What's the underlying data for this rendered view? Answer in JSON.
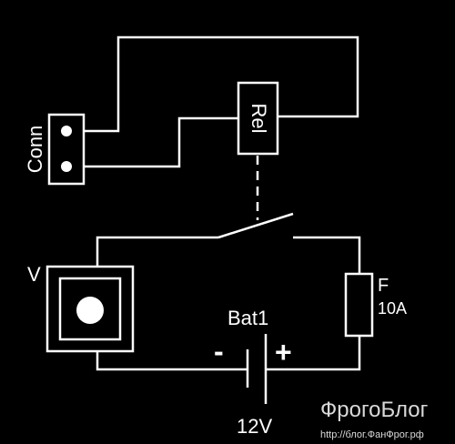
{
  "diagram": {
    "connector": {
      "label": "Conn"
    },
    "relay": {
      "label": "Rel"
    },
    "voltmeter": {
      "label": "V"
    },
    "fuse": {
      "label": "F",
      "rating": "10A"
    },
    "battery": {
      "label": "Bat1",
      "minus": "-",
      "plus": "+",
      "voltage": "12V"
    }
  },
  "watermark": {
    "brand": "ФрогоБлог",
    "site": "http://блог.ФанФрог.рф"
  },
  "colors": {
    "background": "#000000",
    "line": "#ffffff",
    "watermark": "#d9d9d9"
  }
}
